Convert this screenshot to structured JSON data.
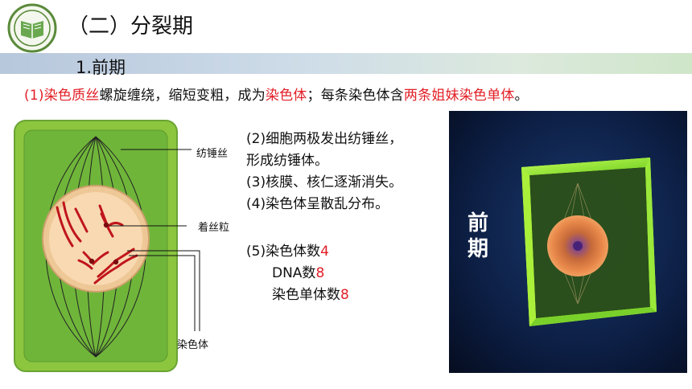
{
  "header": {
    "title": "（二）分裂期",
    "subtitle": "1.前期"
  },
  "point1": {
    "prefix": "(1)",
    "t1": "染色质丝",
    "t2": "螺旋缠绕，缩短变粗，成为",
    "t3": "染色体",
    "t4": "；每条染色体含",
    "t5": "两条姐妹染色单体",
    "t6": "。"
  },
  "diagram_labels": {
    "spindle": "纺锤丝",
    "centromere": "着丝粒",
    "chromosome": "染色体"
  },
  "points": {
    "p2_line1": "(2)细胞两极发出纺锤丝，",
    "p2_line2": "形成纺锤体。",
    "p3": "(3)核膜、核仁逐渐消失。",
    "p4": "(4)染色体呈散乱分布。"
  },
  "counts": {
    "c1_label": "(5)染色体数",
    "c1_value": "4",
    "c2_label": "DNA数",
    "c2_value": "8",
    "c3_label": "染色单体数",
    "c3_value": "8"
  },
  "photo": {
    "label": "前期"
  },
  "colors": {
    "highlight": "#e21f26",
    "cell_wall": "#8cc63f",
    "photo_bg": "#0a1838"
  }
}
